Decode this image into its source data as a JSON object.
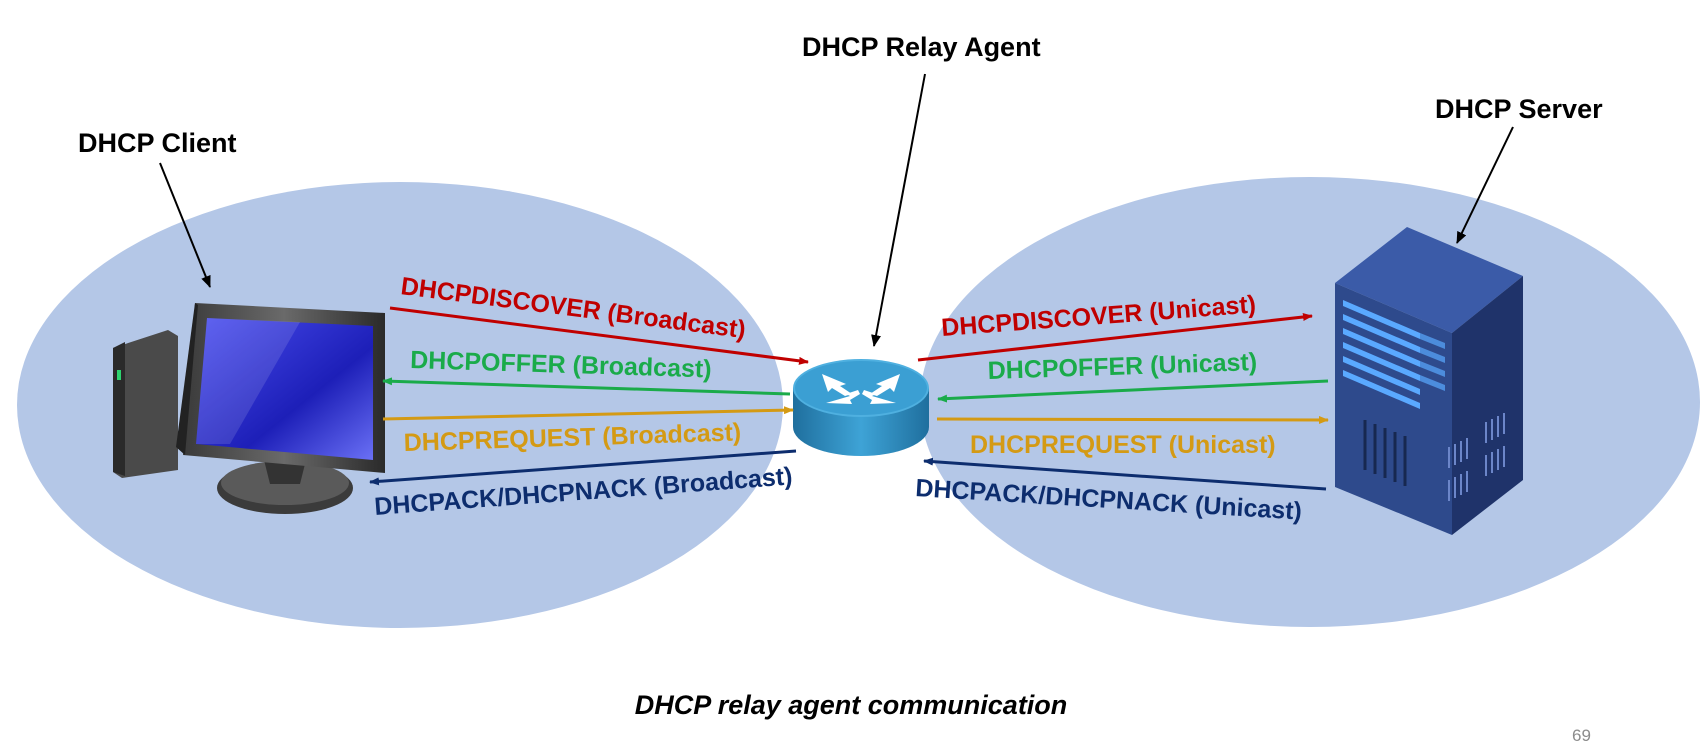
{
  "labels": {
    "client": "DHCP Client",
    "relay": "DHCP Relay Agent",
    "server": "DHCP Server"
  },
  "left_messages": [
    {
      "text": "DHCPDISCOVER (Broadcast)",
      "color": "#c00000"
    },
    {
      "text": "DHCPOFFER (Broadcast)",
      "color": "#1aab4a"
    },
    {
      "text": "DHCPREQUEST (Broadcast)",
      "color": "#d49a14"
    },
    {
      "text": "DHCPACK/DHCPNACK (Broadcast)",
      "color": "#0d2d6e"
    }
  ],
  "right_messages": [
    {
      "text": "DHCPDISCOVER (Unicast)",
      "color": "#c00000"
    },
    {
      "text": "DHCPOFFER (Unicast)",
      "color": "#1aab4a"
    },
    {
      "text": "DHCPREQUEST (Unicast)",
      "color": "#d49a14"
    },
    {
      "text": "DHCPACK/DHCPNACK (Unicast)",
      "color": "#0d2d6e"
    }
  ],
  "caption": "DHCP relay agent communication",
  "page_number": "69",
  "colors": {
    "ellipse_fill": "#b4c7e7",
    "router": "#2c8fc4",
    "server": "#2e4a8c",
    "pointer_line": "#000000"
  },
  "icons": {
    "client": "desktop-computer-icon",
    "relay": "router-icon",
    "server": "server-rack-icon"
  }
}
